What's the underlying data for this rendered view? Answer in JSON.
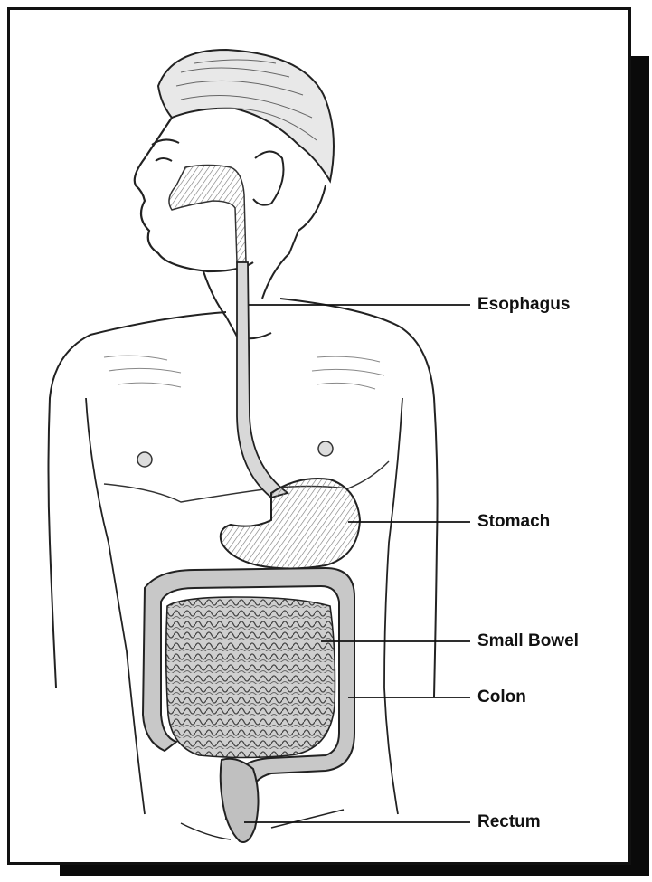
{
  "diagram": {
    "labels": [
      {
        "id": "esophagus",
        "text": "Esophagus"
      },
      {
        "id": "stomach",
        "text": "Stomach"
      },
      {
        "id": "small-bowel",
        "text": "Small Bowel"
      },
      {
        "id": "colon",
        "text": "Colon"
      },
      {
        "id": "rectum",
        "text": "Rectum"
      }
    ]
  }
}
